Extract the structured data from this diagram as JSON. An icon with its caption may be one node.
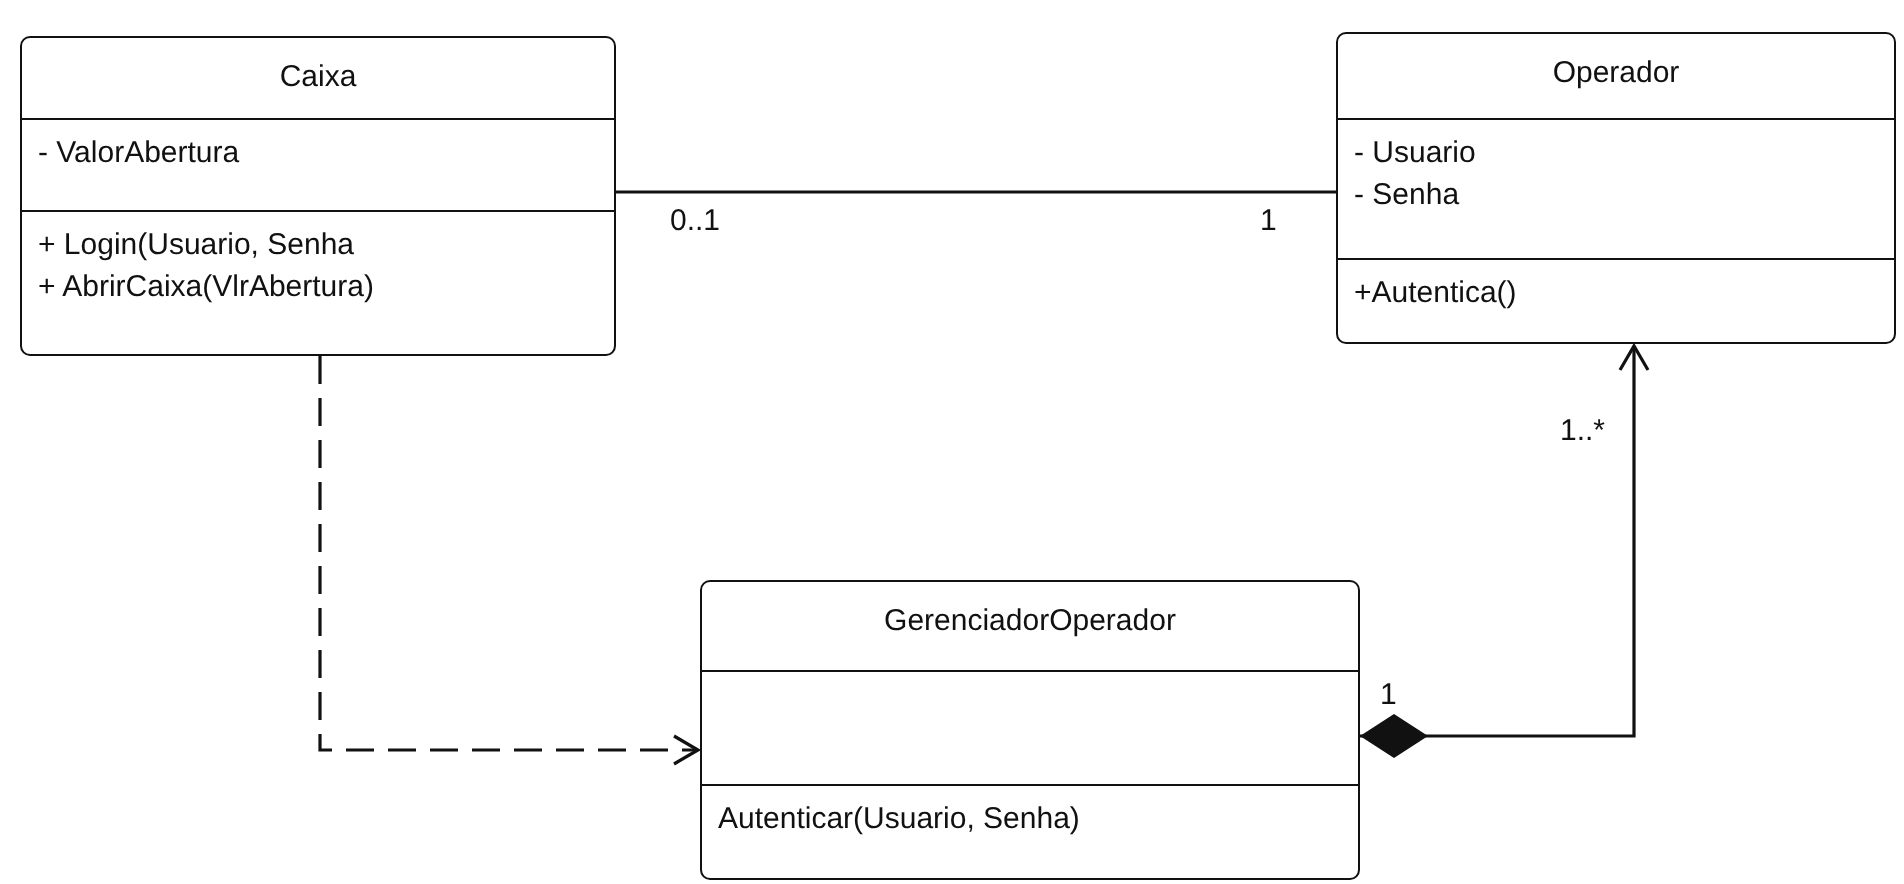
{
  "diagram": {
    "nodes": [
      {
        "text": [
          "Caixa"
        ]
      },
      {
        "text": [
          "- ValorAbertura"
        ],
        "in": 0
      },
      {
        "text": [
          "+ Login(Usuario, Senha",
          "+ AbrirCaixa(VlrAbertura)"
        ],
        "in": 0
      },
      {
        "text": [
          "Operador"
        ]
      },
      {
        "text": [
          "- Usuario",
          "- Senha"
        ],
        "in": 3
      },
      {
        "text": [
          "+Autentica()"
        ],
        "in": 3
      },
      {
        "text": [
          "GerenciadorOperador"
        ]
      },
      {
        "text": [],
        "shape": "box",
        "in": 6
      },
      {
        "text": [
          "Autenticar(Usuario, Senha)"
        ],
        "in": 6
      }
    ],
    "edges": [
      {
        "from": 0,
        "to": 3,
        "arrow": "none"
      },
      {
        "from": 0,
        "to": 6,
        "arrow": "to",
        "style": "dashed"
      },
      {
        "from": 6,
        "to": 3,
        "arrow": "to"
      }
    ],
    "labels": [
      "0..1",
      "1",
      "1..*",
      "1"
    ]
  }
}
